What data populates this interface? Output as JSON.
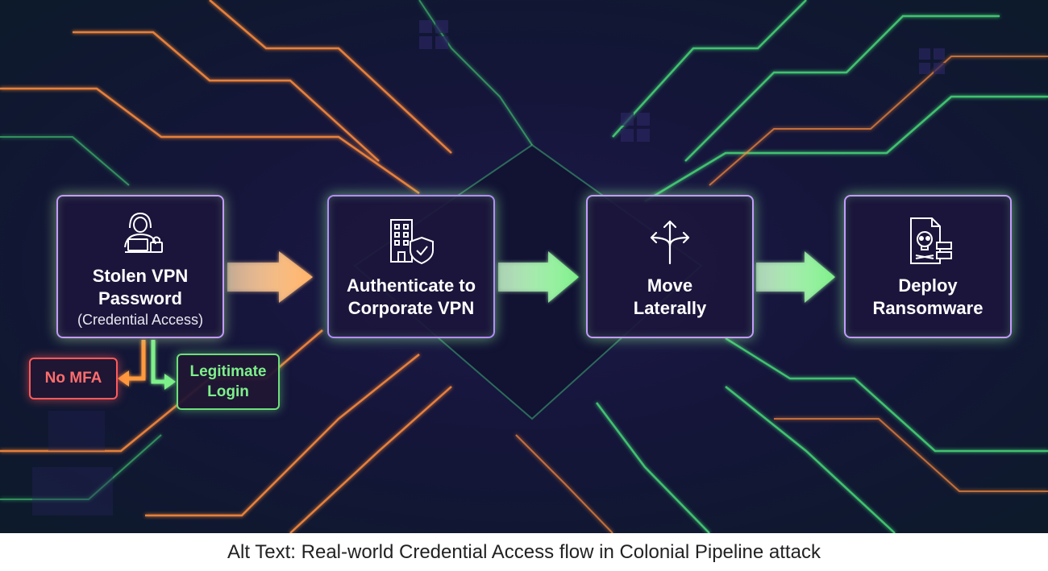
{
  "steps": [
    {
      "title": "Stolen VPN\nPassword",
      "subtitle": "(Credential Access)",
      "icon": "hacker-laptop-lock-icon"
    },
    {
      "title": "Authenticate to\nCorporate VPN",
      "icon": "building-shield-icon"
    },
    {
      "title": "Move\nLaterally",
      "icon": "split-arrows-icon"
    },
    {
      "title": "Deploy\nRansomware",
      "icon": "skull-document-icon"
    }
  ],
  "branches": {
    "no_mfa": "No MFA",
    "legitimate_login": "Legitimate\nLogin"
  },
  "caption": "Alt Text: Real-world Credential Access flow in Colonial Pipeline attack",
  "colors": {
    "orange_glow": "#ff9a3c",
    "green_glow": "#6ee07a",
    "purple_border": "#c49bff",
    "red": "#ff5a5a",
    "background": "#15153a"
  }
}
